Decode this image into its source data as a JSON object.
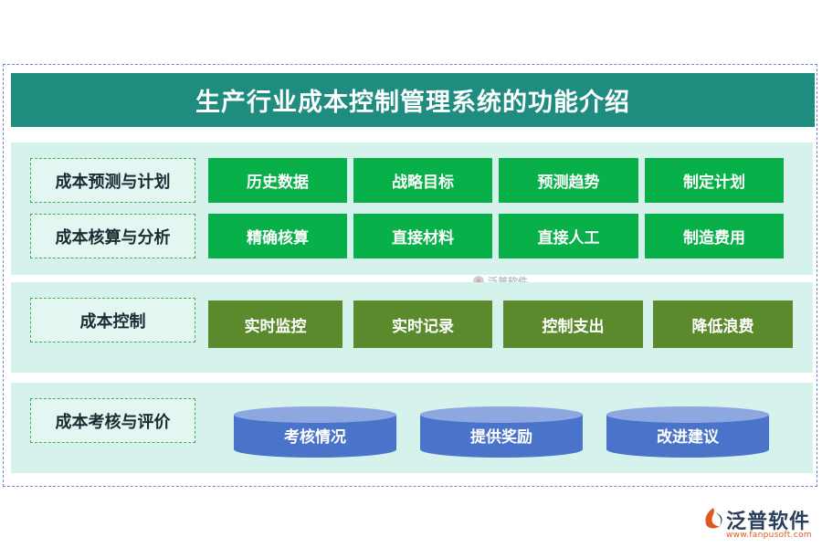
{
  "title": "生产行业成本控制管理系统的功能介绍",
  "sections": [
    {
      "rows": [
        {
          "label": "成本预测与计划",
          "items": [
            "历史数据",
            "战略目标",
            "预测趋势",
            "制定计划"
          ]
        },
        {
          "label": "成本核算与分析",
          "items": [
            "精确核算",
            "直接材料",
            "直接人工",
            "制造费用"
          ]
        }
      ]
    },
    {
      "rows": [
        {
          "label": "成本控制",
          "items": [
            "实时监控",
            "实时记录",
            "控制支出",
            "降低浪费"
          ]
        }
      ]
    },
    {
      "rows": [
        {
          "label": "成本考核与评价",
          "items": [
            "考核情况",
            "提供奖励",
            "改进建议"
          ]
        }
      ]
    }
  ],
  "watermark": "泛普软件",
  "logo": {
    "name": "泛普软件",
    "url": "www.fanpusoft.com",
    "icon": "fanpu-logo-icon"
  },
  "colors": {
    "title_bg": "#1f8c80",
    "section_bg": "#d6f2ec",
    "box_green": "#08b04a",
    "box_olive": "#5a8a2c",
    "cylinder_blue": "#4a74c9"
  }
}
